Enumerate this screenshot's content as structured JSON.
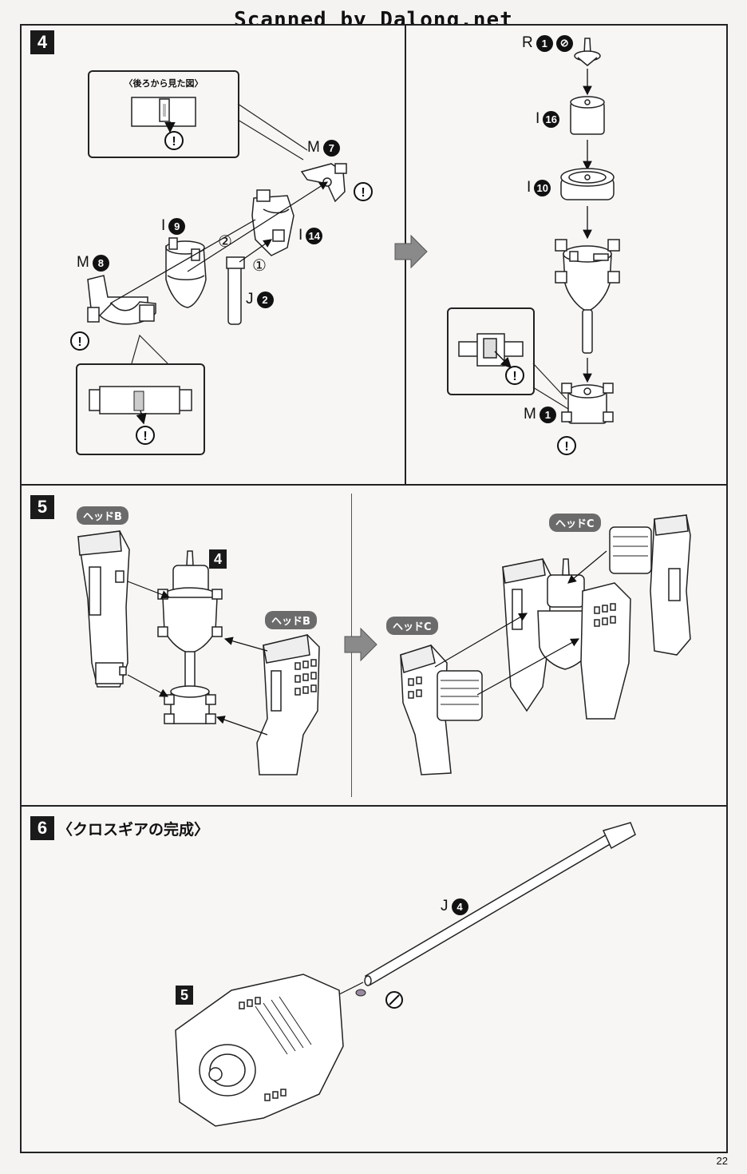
{
  "watermark": "Scanned by Dalong.net",
  "page_number": "22",
  "step4": {
    "number": "4",
    "inset_caption": "〈後ろから見た図〉",
    "parts": {
      "m7": {
        "letter": "M",
        "num": "7"
      },
      "m8": {
        "letter": "M",
        "num": "8"
      },
      "i9": {
        "letter": "I",
        "num": "9"
      },
      "i14": {
        "letter": "I",
        "num": "14"
      },
      "j2": {
        "letter": "J",
        "num": "2"
      },
      "r1": {
        "letter": "R",
        "num": "1"
      },
      "i16": {
        "letter": "I",
        "num": "16"
      },
      "i10": {
        "letter": "I",
        "num": "10"
      },
      "m1": {
        "letter": "M",
        "num": "1"
      }
    },
    "order_marks": [
      "①",
      "②"
    ]
  },
  "step5": {
    "number": "5",
    "ref": "4",
    "tags": {
      "head_b": "ヘッドB",
      "head_c": "ヘッドC"
    }
  },
  "step6": {
    "number": "6",
    "title": "〈クロスギアの完成〉",
    "ref": "5",
    "part_j4": {
      "letter": "J",
      "num": "4"
    }
  },
  "icons": {
    "caution": "caution-icon",
    "arrow": "next-step-arrow-icon",
    "glue": "no-glue-icon"
  }
}
